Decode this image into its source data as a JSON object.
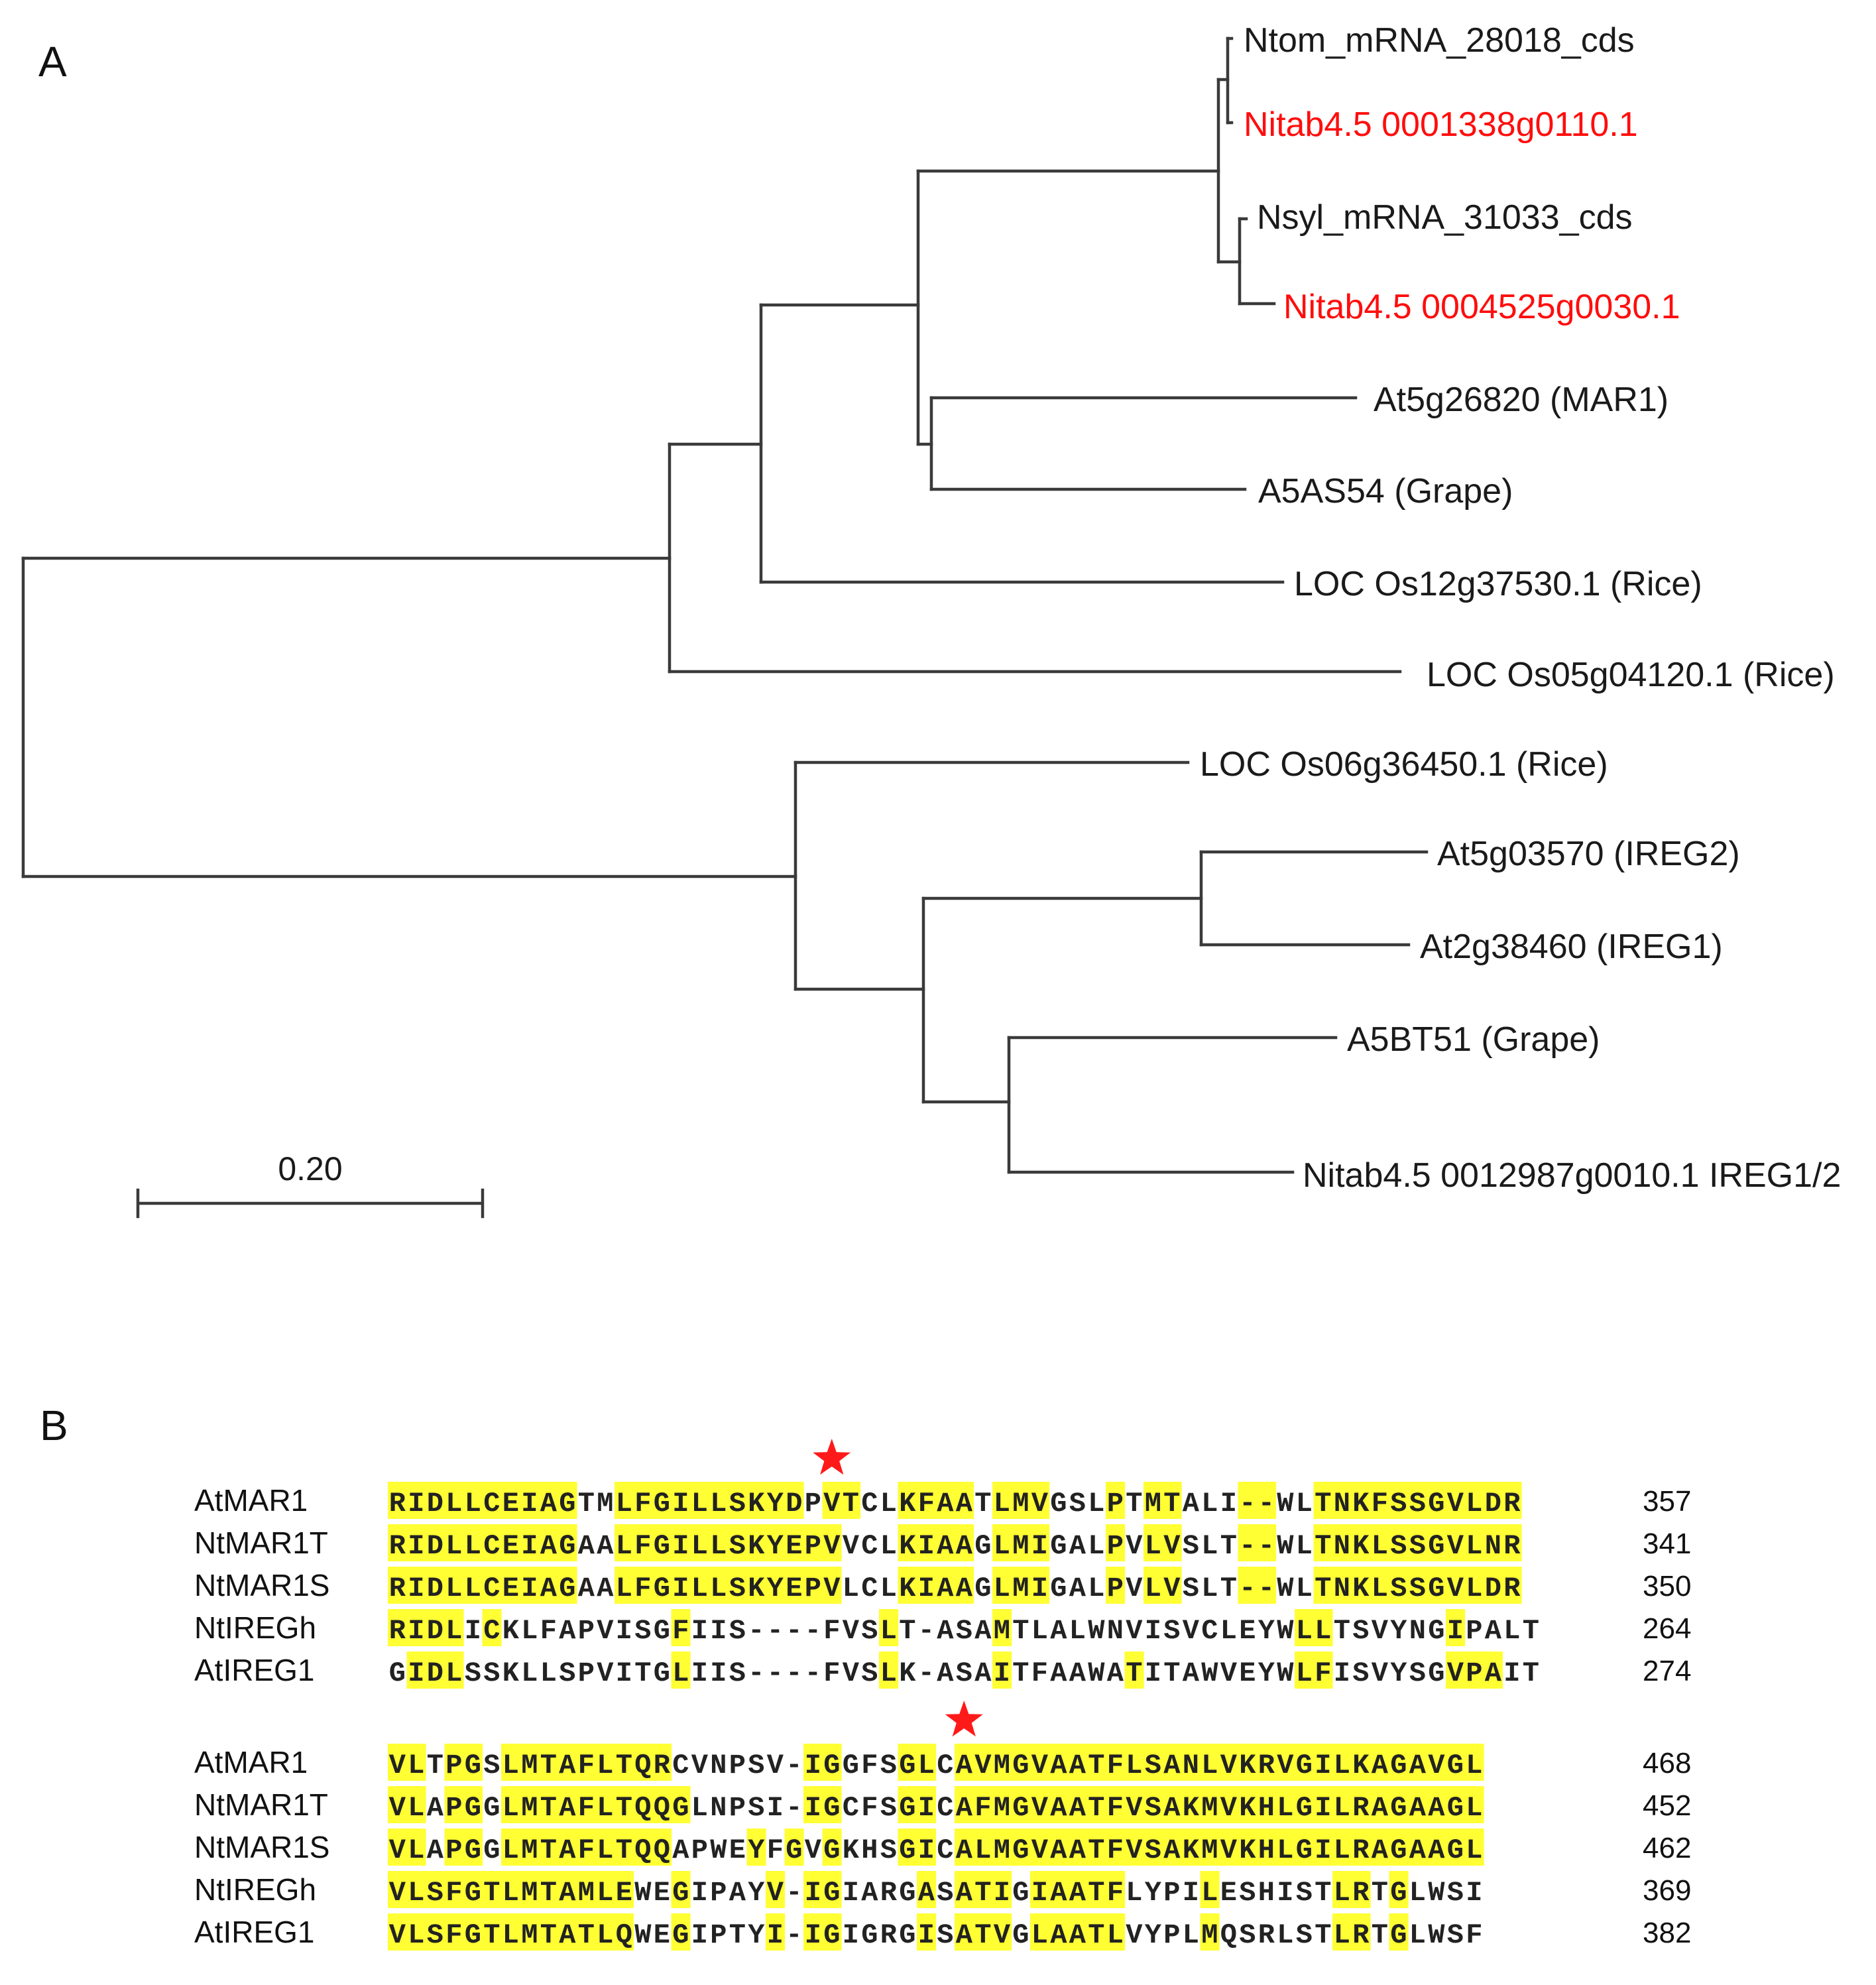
{
  "panels": {
    "a_label": "A",
    "b_label": "B"
  },
  "tree": {
    "scale_label": "0.20",
    "leaves": [
      {
        "text": "Ntom_mRNA_28018_cds",
        "highlight": false
      },
      {
        "text": "Nitab4.5 0001338g0110.1",
        "highlight": true
      },
      {
        "text": "Nsyl_mRNA_31033_cds",
        "highlight": false
      },
      {
        "text": "Nitab4.5 0004525g0030.1",
        "highlight": true
      },
      {
        "text": "At5g26820 (MAR1)",
        "highlight": false
      },
      {
        "text": "A5AS54 (Grape)",
        "highlight": false
      },
      {
        "text": "LOC Os12g37530.1 (Rice)",
        "highlight": false
      },
      {
        "text": "LOC Os05g04120.1 (Rice)",
        "highlight": false
      },
      {
        "text": "LOC Os06g36450.1 (Rice)",
        "highlight": false
      },
      {
        "text": "At5g03570 (IREG2)",
        "highlight": false
      },
      {
        "text": "At2g38460 (IREG1)",
        "highlight": false
      },
      {
        "text": "A5BT51 (Grape)",
        "highlight": false
      },
      {
        "text": "Nitab4.5 0012987g0010.1 IREG1/2",
        "highlight": false
      }
    ]
  },
  "alignment": {
    "blocks": [
      {
        "rows": [
          {
            "name": "AtMAR1",
            "seq": "RIDLLCEIAGTMLFGILLSKYDPVTCLKFAATLMVGSLPTMTALI--WLTNKFSSGVLDR",
            "end": "357"
          },
          {
            "name": "NtMAR1T",
            "seq": "RIDLLCEIAGAALFGILLSKYEPVVCLKIAAGLMIGALPVLVSLT--WLTNKLSSGVLNR",
            "end": "341"
          },
          {
            "name": "NtMAR1S",
            "seq": "RIDLLCEIAGAALFGILLSKYEPVLCLKIAAGLMIGALPVLVSLT--WLTNKLSSGVLDR",
            "end": "350"
          },
          {
            "name": "NtIREGh",
            "seq": "RIDLICKLFAPVISGFIIS----FVSLT-ASAMTLALWNVISVCLEYWLLTSVYNGIPALT",
            "end": "264"
          },
          {
            "name": "AtIREG1",
            "seq": "GIDLSSKLLSPVITGLIIS----FVSLK-ASAITFAAWATITAWVEYWLFISVYSGVPAIT",
            "end": "274"
          }
        ],
        "highlight": [
          "111111111100111111111101100111101110001011000110011111111111",
          "111111111100111111111111000111101110001011000110011111111111",
          "111111111100111111111111000111101110001011000110011111111111",
          "111101000000000100000000001000001000000000000000110000001000",
          "011100000000000100000000001000001000000100000000110000001110"
        ],
        "star_column": 23
      },
      {
        "rows": [
          {
            "name": "AtMAR1",
            "seq": "VLTPGSLMTAFLTQRCVNPSV-IGGFSGLCAVMGVAATFLSANLVKRVGILKAGAVGL",
            "end": "468"
          },
          {
            "name": "NtMAR1T",
            "seq": "VLAPGGLMTAFLTQQGLNPSI-IGCFSGICAFMGVAATFVSAKMVKHLGILRAGAAGL",
            "end": "452"
          },
          {
            "name": "NtMAR1S",
            "seq": "VLAPGGLMTAFLTQQAPWEYFGVGKHSGICALMGVAATFVSAKMVKHLGILRAGAAGL",
            "end": "462"
          },
          {
            "name": "NtIREGh",
            "seq": "VLSFGTLMTAMLEWEGIPAYV-IGIARGASATIGIAATFLYPILESHISTLRTGLWSI",
            "end": "369"
          },
          {
            "name": "AtIREG1",
            "seq": "VLSFGTLMTATLQWEGIPTYI-IGIGRGISATVGLAATLVYPLMQSRLSTLRTGLWSF",
            "end": "382"
          }
        ],
        "highlight": [
          "110110111111111000000011000110111111111111111111111111111111",
          "110110111111111100000011000110111111111111111111111111111111",
          "110110111111111000010101000110111111111111111111111111111111",
          "111111111111100100001011000010111011111000010000001101000000",
          "111111111111100100001011000010111011111000010000001101000000"
        ],
        "star_column": 30
      }
    ]
  }
}
